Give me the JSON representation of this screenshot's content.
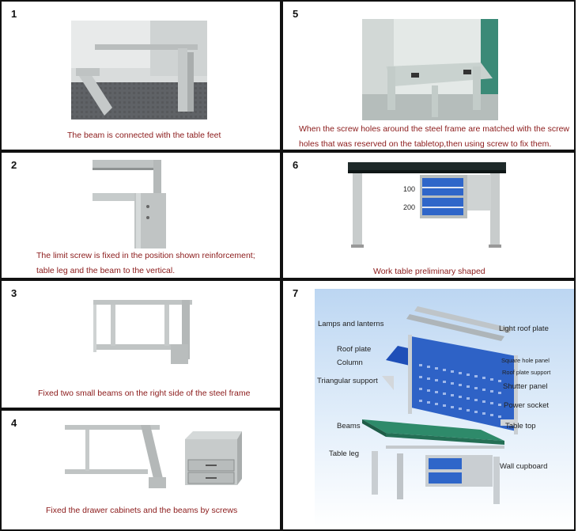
{
  "steps": [
    {
      "number": "1",
      "caption": "The beam is connected with the table feet"
    },
    {
      "number": "2",
      "caption_line1": "The limit screw is fixed in the position shown reinforcement;",
      "caption_line2": "table leg and the beam to the vertical."
    },
    {
      "number": "3",
      "caption": "Fixed two small beams on the right side of the steel frame"
    },
    {
      "number": "4",
      "caption": "Fixed the drawer cabinets and the beams by screws"
    },
    {
      "number": "5",
      "caption_line1": "When the screw holes around the steel frame are matched with the screw",
      "caption_line2": "holes that was reserved on the tabletop,then using screw to fix them."
    },
    {
      "number": "6",
      "caption": "Work table preliminary shaped",
      "dim_100": "100",
      "dim_200": "200"
    },
    {
      "number": "7"
    }
  ],
  "diagram_labels": {
    "lamps": "Lamps and lanterns",
    "light_roof_plate": "Light roof plate",
    "roof_plate": "Roof plate",
    "square_hole_panel": "Square hole panel",
    "column": "Column",
    "roof_plate_support": "Roof plate support",
    "triangular_support": "Triangular support",
    "shutter_panel": "Shutter panel",
    "power_socket": "Power socket",
    "beams": "Beams",
    "table_top": "Table top",
    "table_leg": "Table leg",
    "wall_cupboard": "Wall cupboard"
  },
  "colors": {
    "caption": "#8b1a1a",
    "frame": "#c9ccca",
    "tabletop": "#2e8a6a",
    "drawer_blue": "#2f66c9",
    "panel_blue": "#1f4fb8"
  }
}
